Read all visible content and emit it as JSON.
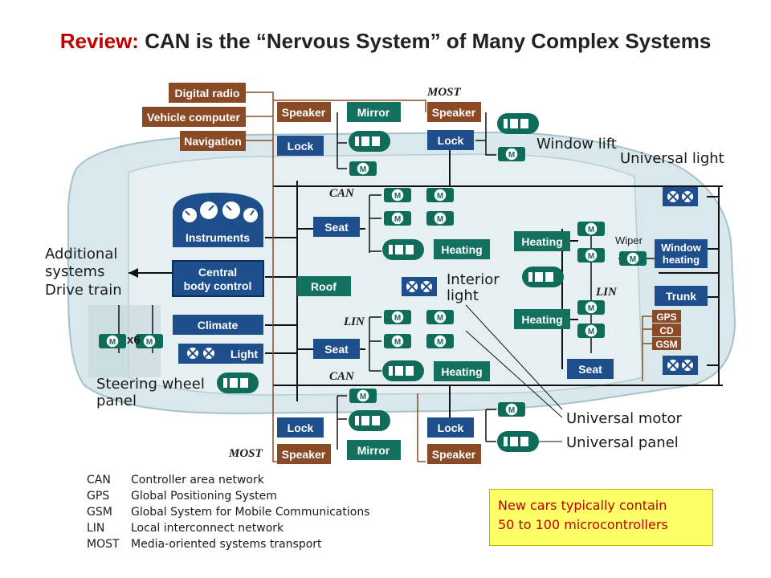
{
  "title": {
    "prefix": "Review:",
    "main": "CAN is the “Nervous System” of Many Complex Systems"
  },
  "networks": {
    "most": "MOST",
    "can": "CAN",
    "lin": "LIN"
  },
  "modules": {
    "digital_radio": "Digital radio",
    "vehicle_computer": "Vehicle computer",
    "navigation": "Navigation",
    "speaker": "Speaker",
    "mirror": "Mirror",
    "lock": "Lock",
    "seat": "Seat",
    "heating": "Heating",
    "roof": "Roof",
    "instruments": "Instruments",
    "central_body_control_1": "Central",
    "central_body_control_2": "body control",
    "climate": "Climate",
    "light": "Light",
    "window_heating_1": "Window",
    "window_heating_2": "heating",
    "trunk": "Trunk",
    "gps": "GPS",
    "cd": "CD",
    "gsm": "GSM",
    "wiper": "Wiper",
    "motor_symbol": "M",
    "x6": "x6"
  },
  "labels": {
    "window_lift": "Window lift",
    "universal_light": "Universal light",
    "additional_systems_1": "Additional",
    "additional_systems_2": "systems",
    "drive_train": "Drive train",
    "interior_light_1": "Interior",
    "interior_light_2": "light",
    "steering_wheel_1": "Steering wheel",
    "steering_wheel_2": "panel",
    "universal_motor": "Universal motor",
    "universal_panel": "Universal panel"
  },
  "legend": [
    {
      "abbr": "CAN",
      "text": "Controller area network"
    },
    {
      "abbr": "GPS",
      "text": "Global Positioning System"
    },
    {
      "abbr": "GSM",
      "text": "Global System for Mobile Communications"
    },
    {
      "abbr": "LIN",
      "text": "Local interconnect network"
    },
    {
      "abbr": "MOST",
      "text": "Media-oriented systems transport"
    }
  ],
  "note": {
    "line1": "New cars typically contain",
    "line2": "50 to 100 microcontrollers"
  },
  "colors": {
    "brown_box": "#8b4a26",
    "blue_box": "#1f4e8c",
    "teal_box": "#14715f",
    "title_accent": "#c00000",
    "note_bg": "#ffff66"
  }
}
